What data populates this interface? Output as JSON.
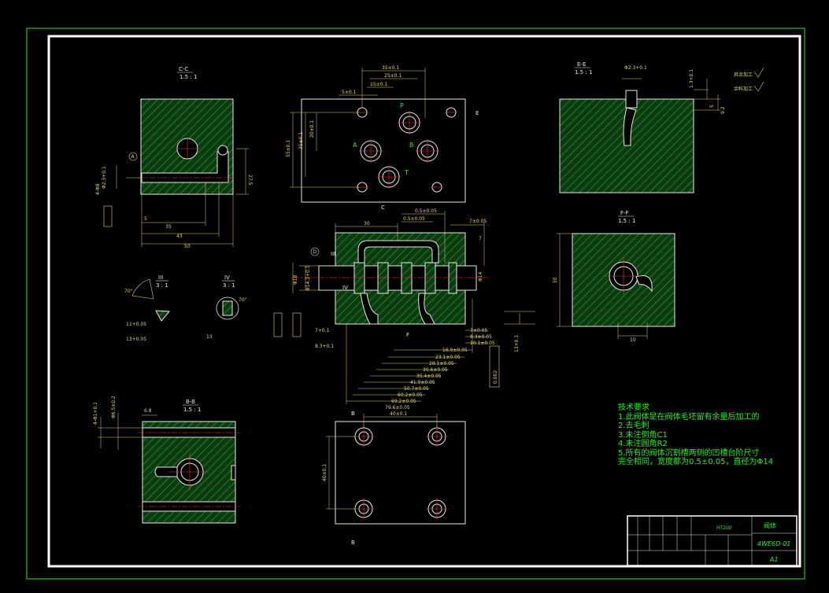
{
  "colors": {
    "background": "#000000",
    "outer_frame": "#21c421",
    "inner_frame": "#ffffff",
    "hatch_fill": "#0e3a12",
    "hatch_line": "#1fcc2a",
    "outline": "#e9e9e9",
    "hole_red": "#ff2a2a",
    "dimension": "#e8d46a",
    "center_line": "#ff3333",
    "text_green": "#22ee22"
  },
  "views": {
    "cc": {
      "title": "C-C",
      "scale": "1.5 : 1",
      "dims": [
        "35",
        "43",
        "50",
        "27.5",
        "5",
        "Φ2.3+0.1",
        "4-Φ8"
      ],
      "marker": "A"
    },
    "top": {
      "dims": [
        "35±0.1",
        "25±0.1",
        "15±0.1",
        "5±0.1",
        "55±0.1",
        "35±0.1",
        "20±0.1"
      ],
      "ports": [
        "P",
        "A",
        "B",
        "T"
      ],
      "section": "E"
    },
    "ee": {
      "title": "E-E",
      "scale": "1.5 : 1",
      "dims": [
        "Φ2.3+0.1",
        "1.3+0.1",
        "5",
        "9.2"
      ],
      "tags": [
        "其余加工",
        "余料加工"
      ]
    },
    "main": {
      "dims": [
        "30",
        "0.5±0.05",
        "0.5±0.05",
        "7±0.05",
        "7",
        "Φ18",
        "Φ14.3+0.1",
        "7+0.1",
        "8.3+0.1",
        "7±0.05",
        "8.3±0.05",
        "10.1±0.05",
        "16.9±0.05",
        "23.1±0.05",
        "28.1±0.05",
        "30.6±0.05",
        "35.4±0.05",
        "41.9±0.05",
        "50.7±0.05",
        "60.2±0.05",
        "69.2±0.05",
        "79.6±0.05",
        "13+0.1",
        "0.002",
        "Φ14"
      ],
      "markers": [
        "D",
        "III",
        "IV",
        "C",
        "F"
      ]
    },
    "ff": {
      "title": "F-F",
      "scale": "1.5 : 1",
      "dims": [
        "50",
        "10"
      ]
    },
    "iii": {
      "title": "III",
      "scale": "3 : 1",
      "dims": [
        "70°",
        "11+0.05",
        "13+0.05"
      ]
    },
    "iv": {
      "title": "IV",
      "scale": "3 : 1",
      "dims": [
        "70°",
        "13"
      ]
    },
    "bb": {
      "title": "B-B",
      "scale": "1.5 : 1",
      "dims": [
        "4-Φ1+0.1",
        "Φ6.5±0.2",
        "6.8"
      ]
    },
    "bottom": {
      "dims": [
        "40±0.1",
        "40±0.1"
      ],
      "section": "B"
    }
  },
  "notes": {
    "heading": "技术要求",
    "lines": [
      "1.此阀体是在阀体毛坯留有余量后加工的",
      "2.去毛刺",
      "3.未注倒角C1",
      "4.未注圆角R2",
      "5.所有的阀体沉割槽两侧的凹槽台阶尺寸",
      "完全相同，宽度都为0.5±0.05，直径为Φ14"
    ]
  },
  "title_block": {
    "material": "HT200",
    "part_name": "阀体",
    "drawing_number": "4WE6D-01",
    "sheet_size": "A1"
  }
}
